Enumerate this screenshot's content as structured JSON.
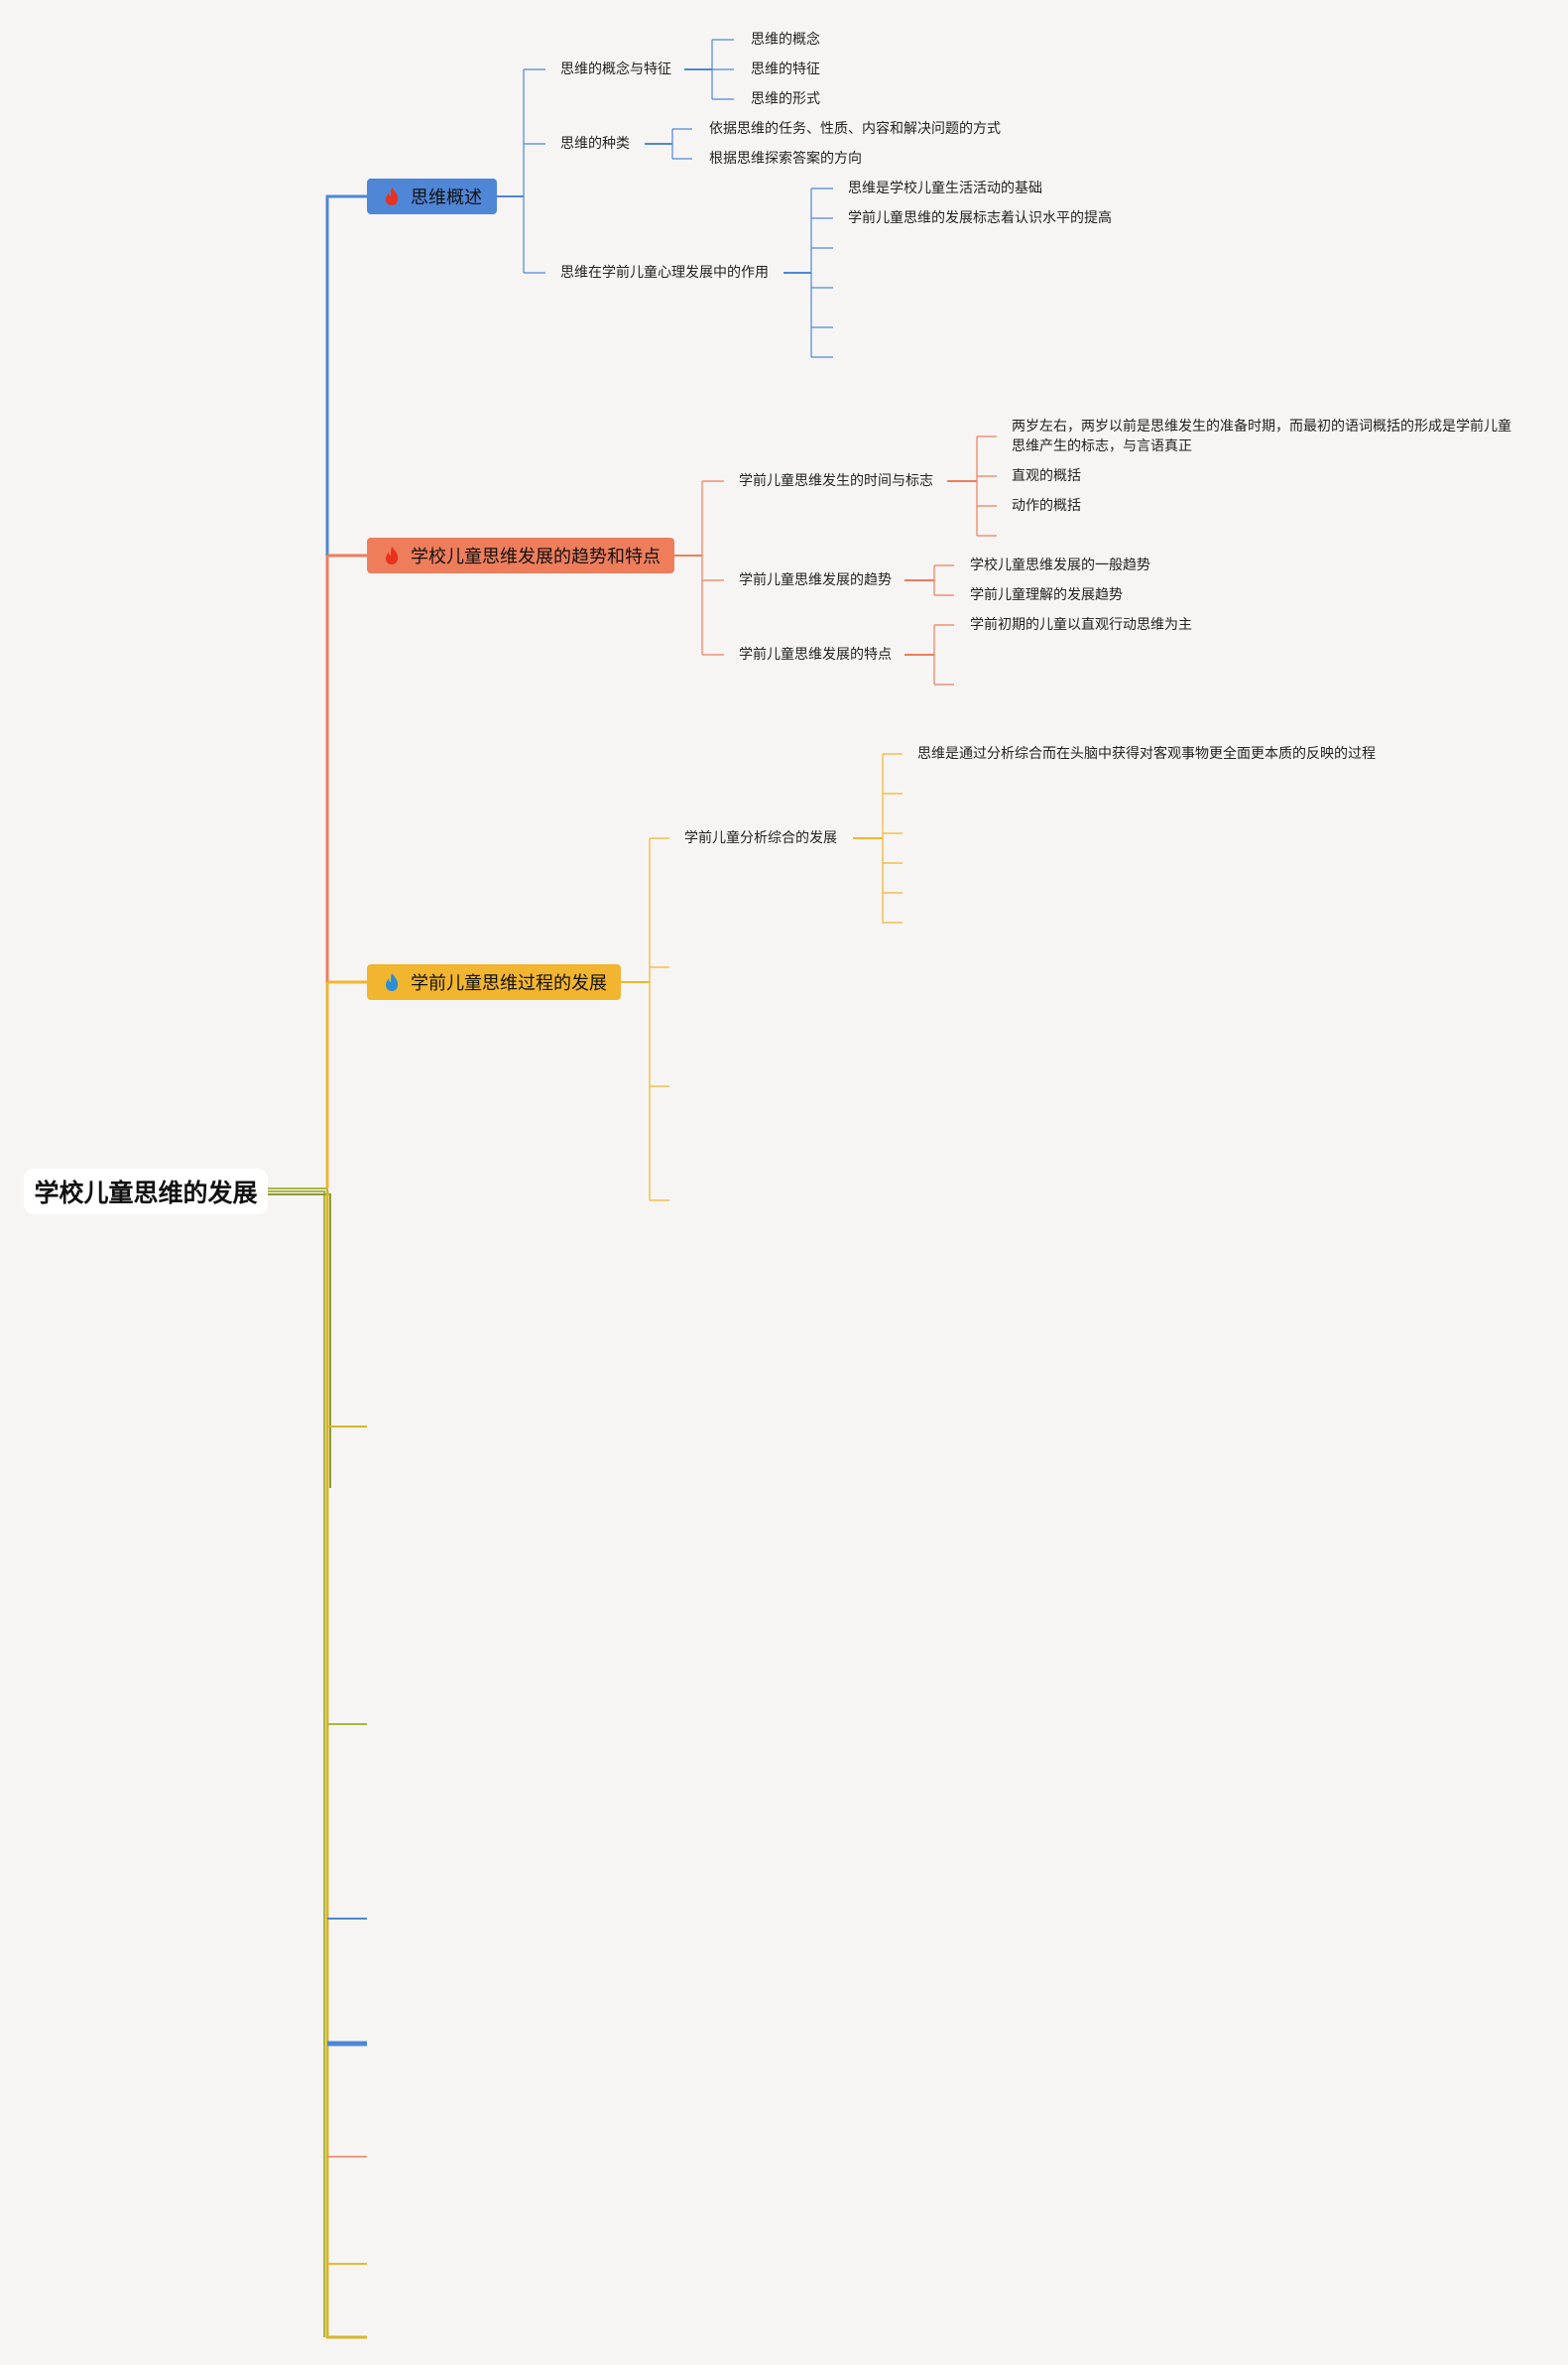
{
  "colors": {
    "blue": "#4f86d6",
    "orange": "#ee7d5c",
    "yellow": "#f1b52f",
    "olive": "#aab643",
    "gold": "#d8b52a",
    "background": "#f6f5f4"
  },
  "root": {
    "label": "学校儿童思维的发展"
  },
  "topics": [
    {
      "label": "思维概述",
      "icon": "flame-red-icon"
    },
    {
      "label": "学校儿童思维发展的趋势和特点",
      "icon": "flame-red-icon"
    },
    {
      "label": "学前儿童思维过程的发展",
      "icon": "flame-blue-icon"
    }
  ],
  "t1": {
    "concept": {
      "label": "思维的概念与特征",
      "items": [
        "思维的概念",
        "思维的特征",
        "思维的形式"
      ]
    },
    "types": {
      "label": "思维的种类",
      "items": [
        "依据思维的任务、性质、内容和解决问题的方式",
        "根据思维探索答案的方向"
      ]
    },
    "role": {
      "label": "思维在学前儿童心理发展中的作用",
      "items": [
        "思维是学校儿童生活活动的基础",
        "学前儿童思维的发展标志着认识水平的提高"
      ]
    }
  },
  "t2": {
    "time": {
      "label": "学前儿童思维发生的时间与标志",
      "items": [
        "两岁左右，两岁以前是思维发生的准备时期，而最初的语词概括的形成是学前儿童思维产生的标志，与言语真正",
        "直观的概括",
        "动作的概括"
      ]
    },
    "trend": {
      "label": "学前儿童思维发展的趋势",
      "items": [
        "学校儿童思维发展的一般趋势",
        "学前儿童理解的发展趋势"
      ]
    },
    "feature": {
      "label": "学前儿童思维发展的特点",
      "items": [
        "学前初期的儿童以直观行动思维为主"
      ]
    }
  },
  "t3": {
    "analysis": {
      "label": "学前儿童分析综合的发展",
      "items": [
        "思维是通过分析综合而在头脑中获得对客观事物更全面更本质的反映的过程"
      ]
    }
  }
}
